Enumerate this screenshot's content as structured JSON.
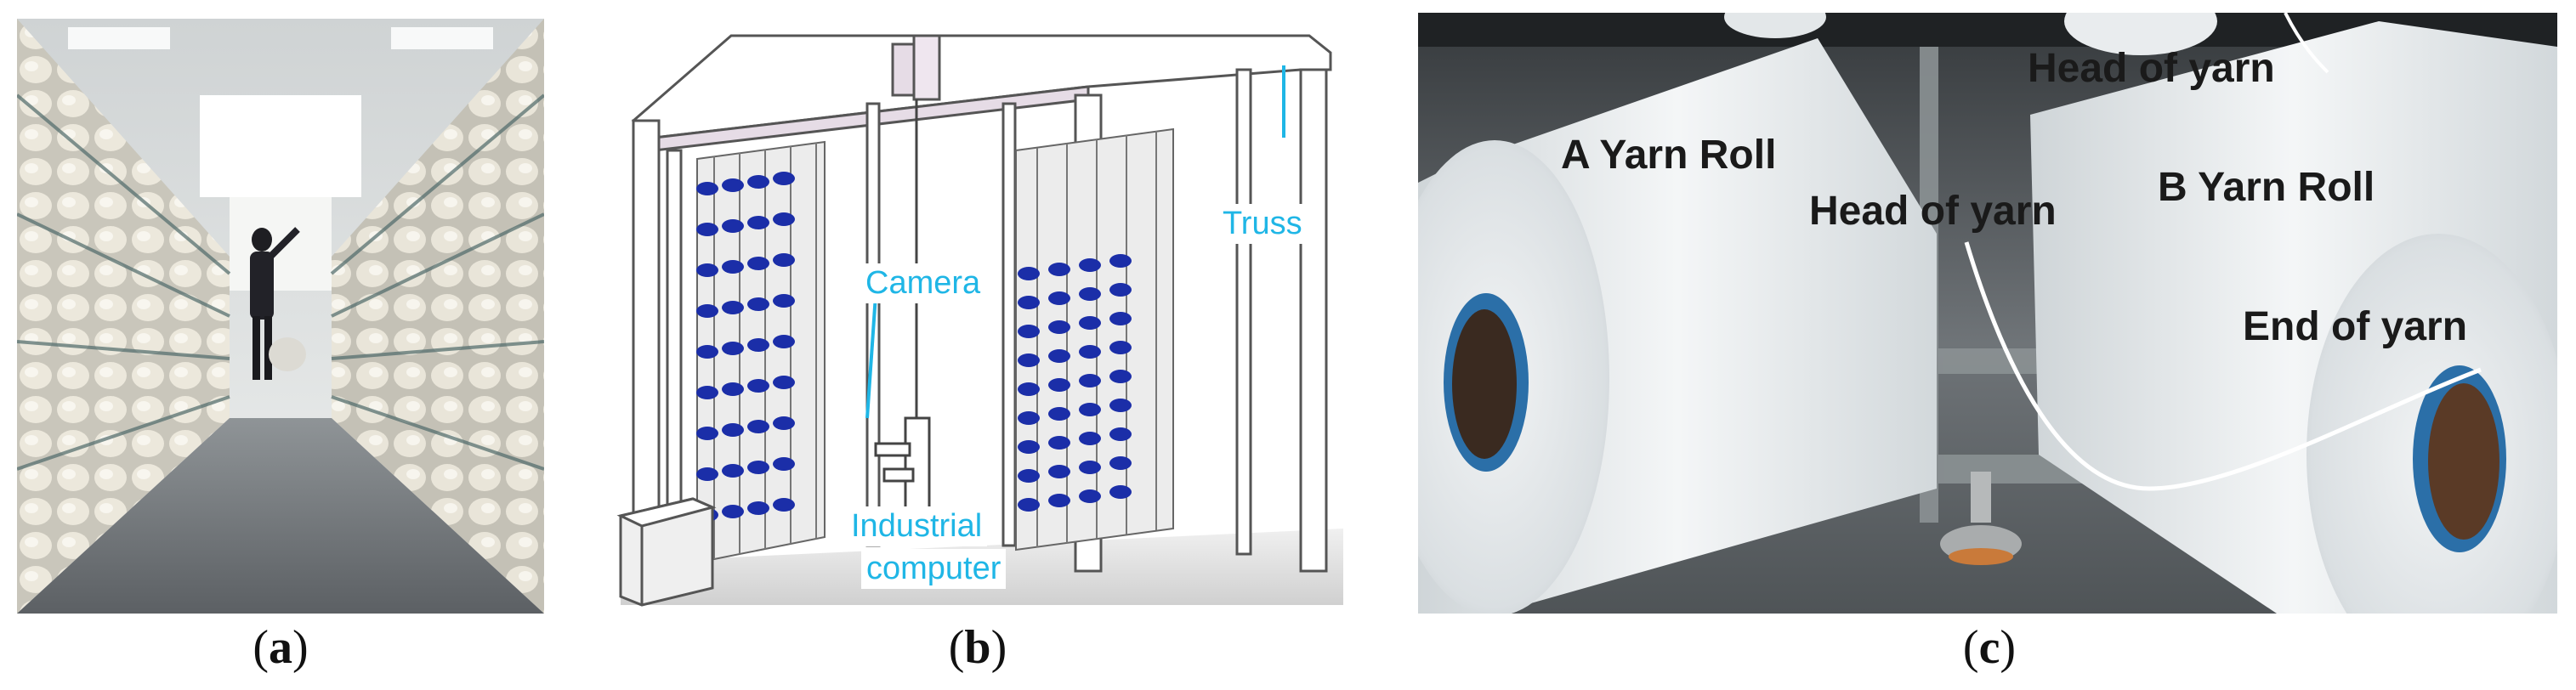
{
  "panels": {
    "a": {
      "caption_letter": "a"
    },
    "b": {
      "caption_letter": "b",
      "labels": {
        "camera": "Camera",
        "truss": "Truss",
        "computer_line1": "Industrial",
        "computer_line2": "computer"
      }
    },
    "c": {
      "caption_letter": "c",
      "labels": {
        "head_top": "Head of yarn",
        "a_roll": "A Yarn Roll",
        "head_mid": "Head of yarn",
        "b_roll": "B Yarn Roll",
        "end": "End of yarn"
      }
    }
  },
  "colors": {
    "label_blue": "#1fb6e6",
    "frame_blue": "#1b2ea8"
  }
}
